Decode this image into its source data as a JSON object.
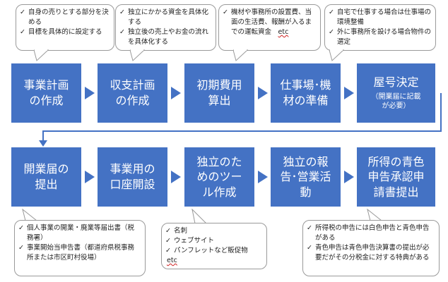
{
  "row1_steps": [
    {
      "title": "事業計画\nの作成",
      "sub": ""
    },
    {
      "title": "収支計画\nの作成",
      "sub": ""
    },
    {
      "title": "初期費用\n算出",
      "sub": ""
    },
    {
      "title": "仕事場･機\n材の準備",
      "sub": ""
    },
    {
      "title": "屋号決定",
      "sub": "（開業届に記載\nが必要）"
    }
  ],
  "row2_steps": [
    {
      "title": "開業届の\n提出"
    },
    {
      "title": "事業用の\n口座開設"
    },
    {
      "title": "独立のた\nめのツー\nル作成"
    },
    {
      "title": "独立の報\n告･営業活\n動"
    },
    {
      "title": "所得の青色\n申告承認申\n請書提出"
    }
  ],
  "callouts_top": [
    {
      "items": [
        "自身の売りとする部分を決める",
        "目標を具体的に設定する"
      ]
    },
    {
      "items": [
        "独立にかかる資金を具体化する",
        "独立後の売上やお金の流れを具体化する"
      ]
    },
    {
      "items": [
        "機材や事務所の設置費、当面の生活費、報酬が入るまでの運転資金"
      ],
      "extra": "etc"
    },
    {
      "items": [
        "自宅で仕事する場合は仕事場の環境整備",
        "外に事務所を設ける場合物件の選定"
      ]
    }
  ],
  "callouts_bottom": [
    {
      "items": [
        "個人事業の開業・廃業等届出書（税務署）",
        "事業開始当申告書（都道府県税事務所または市区町村役場）"
      ]
    },
    {
      "items": [
        "名刺",
        "ウェブサイト",
        "パンフレットなど販促物"
      ],
      "extra": "etc"
    },
    {
      "items": [
        "所得税の申告には白色申告と青色申告がある",
        "青色申告は青色申告決算書の提出が必要だがその分税金に対する特典がある"
      ]
    }
  ],
  "colors": {
    "box": "#4472c4",
    "callout_border": "#9a9a9a",
    "background": "#ffffff"
  }
}
